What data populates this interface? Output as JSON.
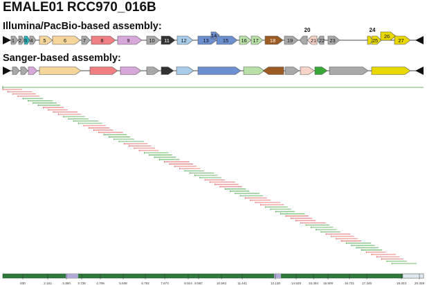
{
  "title": "EMALE01 RCC970_016B",
  "illumina": {
    "label": "Illumina/PacBio-based assembly:",
    "genes": [
      {
        "n": "1",
        "c": "#a9a9a9"
      },
      {
        "n": "2",
        "c": "#a9a9a9"
      },
      {
        "n": "3",
        "c": "#2ab3b8"
      },
      {
        "n": "4",
        "c": "#a9a9a9"
      },
      {
        "n": "5",
        "c": "#f6d59a"
      },
      {
        "n": "6",
        "c": "#f6d59a"
      },
      {
        "n": "7",
        "c": "#a9a9a9"
      },
      {
        "n": "8",
        "c": "#ef7f82"
      },
      {
        "n": "9",
        "c": "#d8a7d9"
      },
      {
        "n": "10",
        "c": "#a9a9a9"
      },
      {
        "n": "11",
        "c": "#333333"
      },
      {
        "n": "12",
        "c": "#a9cbea"
      },
      {
        "n": "13",
        "c": "#6c8fd0"
      },
      {
        "n": "14",
        "c": "#6c8fd0"
      },
      {
        "n": "15",
        "c": "#6c8fd0"
      },
      {
        "n": "16",
        "c": "#b8e0a7"
      },
      {
        "n": "17",
        "c": "#b8e0a7"
      },
      {
        "n": "18",
        "c": "#9b5b22"
      },
      {
        "n": "19",
        "c": "#a9a9a9"
      },
      {
        "n": "20",
        "c": ""
      },
      {
        "n": "21",
        "c": "#f9d3c8"
      },
      {
        "n": "22",
        "c": "#a9a9a9"
      },
      {
        "n": "23",
        "c": "#a9a9a9"
      },
      {
        "n": "24",
        "c": ""
      },
      {
        "n": "25",
        "c": "#e8d800"
      },
      {
        "n": "26",
        "c": "#e8d800"
      },
      {
        "n": "27",
        "c": "#e8d800"
      }
    ]
  },
  "sanger": {
    "label": "Sanger-based assembly:",
    "colors": [
      "#a9a9a9",
      "#a9a9a9",
      "#d8a7d9",
      "#f6d59a",
      "#ef7f82",
      "#d8a7d9",
      "#a9a9a9",
      "#333333",
      "#a9cbea",
      "#6c8fd0",
      "#b8e0a7",
      "#9b5b22",
      "#a9a9a9",
      "#f9d3c8",
      "#37a837",
      "#a9a9a9",
      "#e8d800"
    ]
  },
  "reads": {
    "colors": [
      "#e05050",
      "#40a040"
    ]
  },
  "axis": {
    "ticks": [
      "830",
      "2.161",
      "3.360",
      "3.736",
      "4.706",
      "5.538",
      "6.792",
      "7.674",
      "8.914",
      "8.587",
      "10.562",
      "11.441",
      "12.130",
      "14.529",
      "15.394",
      "15.509",
      "16.731",
      "17.345",
      "18.323",
      "20.328"
    ]
  }
}
